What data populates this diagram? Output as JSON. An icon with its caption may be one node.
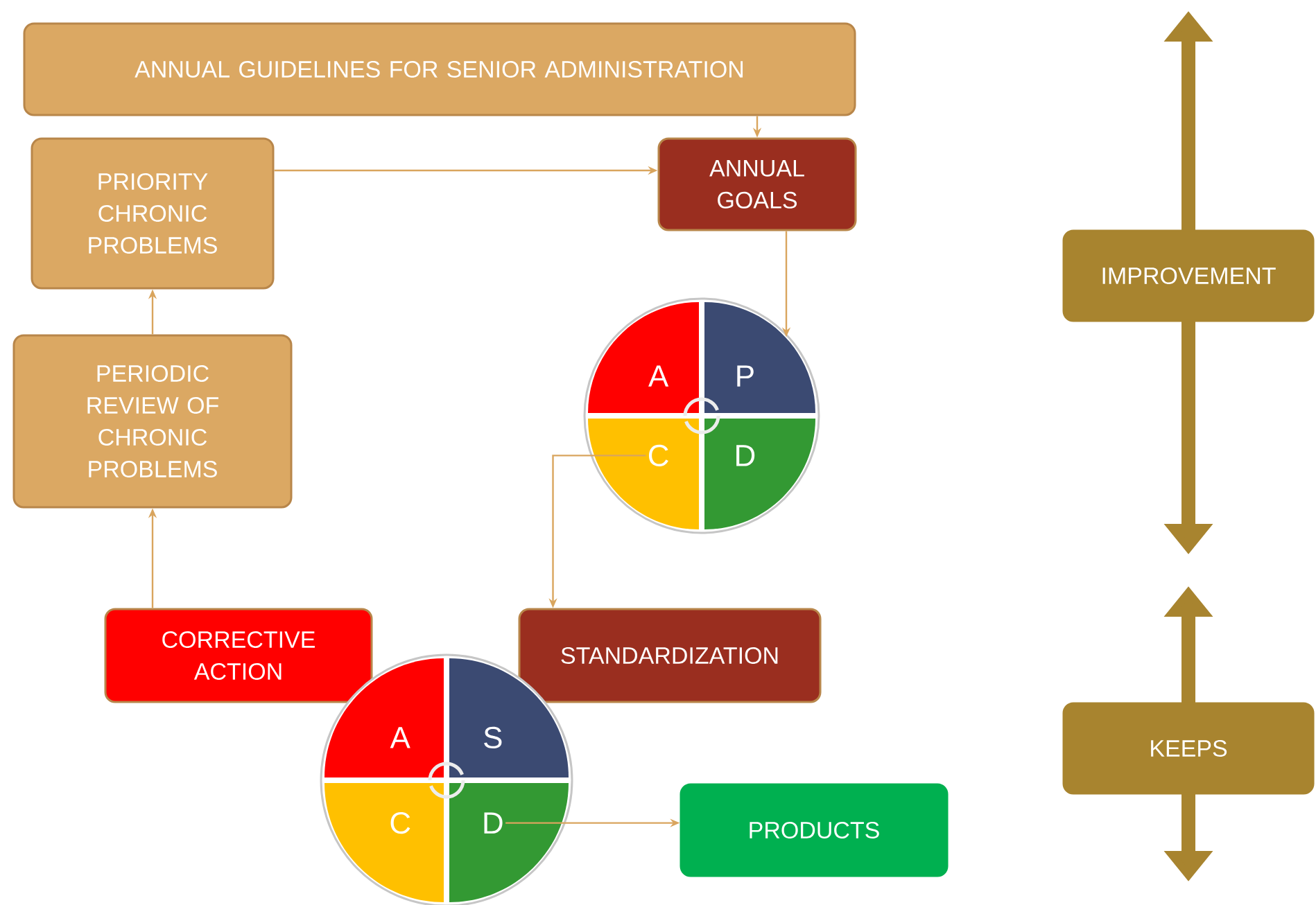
{
  "diagram": {
    "nodes": [
      {
        "text": [
          "ANNUAL GUIDELINES FOR SENIOR ADMINISTRATION"
        ]
      },
      {
        "text": [
          "PRIORITY CHRONIC PROBLEMS"
        ]
      },
      {
        "text": [
          "ANNUAL GOALS"
        ]
      },
      {
        "text": [
          "IMPROVEMENT"
        ]
      },
      {
        "text": [],
        "shape": "circle"
      },
      {
        "text": [
          "A"
        ],
        "in": 4
      },
      {
        "text": [
          "P"
        ],
        "in": 4
      },
      {
        "text": [
          "C"
        ],
        "in": 4
      },
      {
        "text": [
          "D"
        ],
        "in": 4
      },
      {
        "text": [
          "PERIODIC REVIEW OF CHRONIC PROBLEMS"
        ]
      },
      {
        "text": [
          "KEEPS"
        ]
      },
      {
        "text": [
          "CORRECTIVE ACTION"
        ]
      },
      {
        "text": [
          "STANDARDIZATION"
        ]
      },
      {
        "text": [],
        "shape": "circle"
      },
      {
        "text": [
          "A"
        ],
        "in": 13
      },
      {
        "text": [
          "S"
        ],
        "in": 13
      },
      {
        "text": [
          "C"
        ],
        "in": 13
      },
      {
        "text": [
          "D"
        ],
        "in": 13
      },
      {
        "text": [
          "PRODUCTS"
        ]
      }
    ],
    "edges": [
      {
        "from": 0,
        "to": 2,
        "arrow": "to"
      },
      {
        "from": 1,
        "to": 2,
        "arrow": "to"
      },
      {
        "from": 2,
        "to": 6,
        "arrow": "to"
      },
      {
        "from": 7,
        "to": 12,
        "arrow": "to"
      },
      {
        "from": 11,
        "to": 9,
        "arrow": "to"
      },
      {
        "from": 9,
        "to": 1,
        "arrow": "to"
      },
      {
        "from": 17,
        "to": 18,
        "arrow": "to"
      }
    ]
  }
}
